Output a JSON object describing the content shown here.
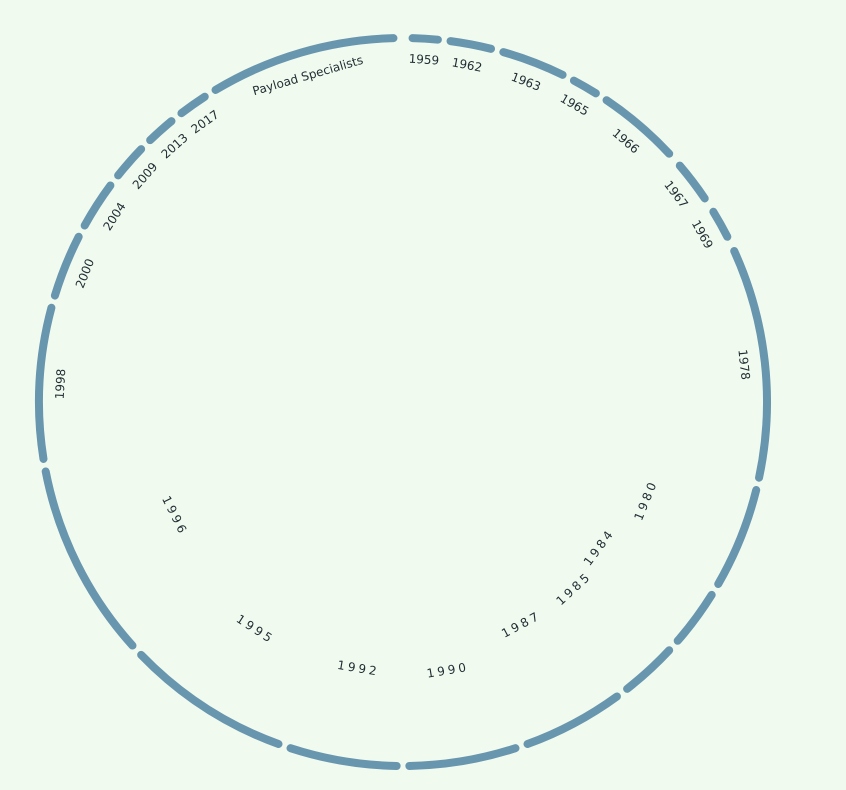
{
  "colors": {
    "background": "#f1faef",
    "ring": "#6896ae",
    "label": "#1f2d33"
  },
  "segments": [
    {
      "label": "1959",
      "start_deg": 1.5,
      "end_deg": 5.5
    },
    {
      "label": "1962",
      "start_deg": 7.5,
      "end_deg": 14
    },
    {
      "label": "1963",
      "start_deg": 16,
      "end_deg": 26
    },
    {
      "label": "1965",
      "start_deg": 28,
      "end_deg": 32
    },
    {
      "label": "1966",
      "start_deg": 34,
      "end_deg": 47
    },
    {
      "label": "1967",
      "start_deg": 49.5,
      "end_deg": 56
    },
    {
      "label": "1969",
      "start_deg": 58.5,
      "end_deg": 63
    },
    {
      "label": "1978",
      "start_deg": 65.5,
      "end_deg": 102
    },
    {
      "label": "1980",
      "start_deg": 104,
      "end_deg": 120
    },
    {
      "label": "1984",
      "start_deg": 122,
      "end_deg": 131
    },
    {
      "label": "1985",
      "start_deg": 133,
      "end_deg": 142
    },
    {
      "label": "1987",
      "start_deg": 144,
      "end_deg": 160
    },
    {
      "label": "1990",
      "start_deg": 162,
      "end_deg": 179
    },
    {
      "label": "1992",
      "start_deg": 181,
      "end_deg": 198
    },
    {
      "label": "1995",
      "start_deg": 200,
      "end_deg": 226
    },
    {
      "label": "1996",
      "start_deg": 228,
      "end_deg": 259
    },
    {
      "label": "1998",
      "start_deg": 261,
      "end_deg": 285
    },
    {
      "label": "2000",
      "start_deg": 287,
      "end_deg": 297
    },
    {
      "label": "2004",
      "start_deg": 299,
      "end_deg": 306.5
    },
    {
      "label": "2009",
      "start_deg": 308.5,
      "end_deg": 314
    },
    {
      "label": "2013",
      "start_deg": 316,
      "end_deg": 320.5
    },
    {
      "label": "2017",
      "start_deg": 322.5,
      "end_deg": 327
    },
    {
      "label": "Payload Specialists",
      "start_deg": 329,
      "end_deg": 358.5
    }
  ]
}
